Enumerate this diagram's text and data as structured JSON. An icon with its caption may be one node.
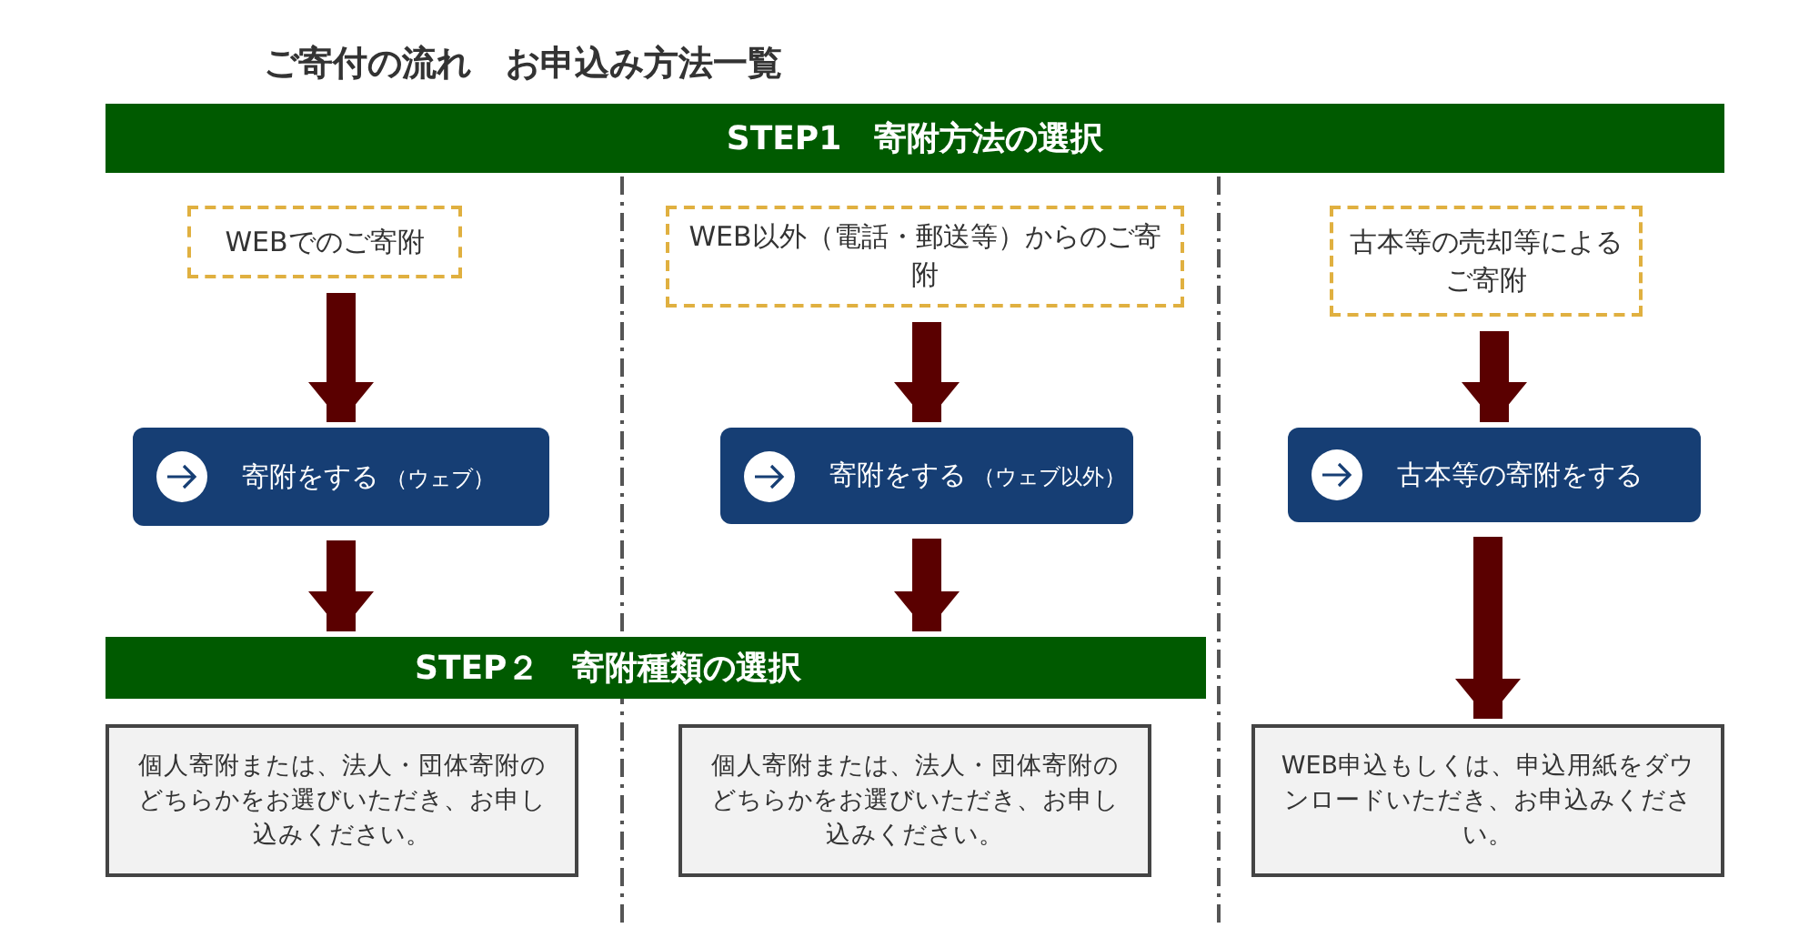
{
  "diagram": {
    "title": "ご寄付の流れ　お申込み方法一覧",
    "nodes": [
      {
        "text": [
          "STEP1　寄附方法の選択"
        ]
      },
      {
        "text": [
          "WEBでのご寄附"
        ]
      },
      {
        "text": [
          "WEB以外（電話・郵送等）からのご寄附"
        ]
      },
      {
        "text": [
          "古本等の売却等によるご寄附"
        ]
      },
      {
        "text": [
          "寄附をする",
          "（ウェブ）"
        ]
      },
      {
        "text": [
          "寄附をする",
          "（ウェブ以外）"
        ]
      },
      {
        "text": [
          "古本等の寄附をする"
        ]
      },
      {
        "text": [
          "STEP２　寄附種類の選択"
        ]
      },
      {
        "text": [
          "個人寄附または、法人・団体寄附のどちらかをお選びいただき、お申し込みください。"
        ]
      },
      {
        "text": [
          "個人寄附または、法人・団体寄附のどちらかをお選びいただき、お申し込みください。"
        ]
      },
      {
        "text": [
          "WEB申込もしくは、申込用紙をダウンロードいただき、お申込みください。"
        ]
      }
    ],
    "edges": [
      {
        "from": 1,
        "to": 4,
        "arrow": "to"
      },
      {
        "from": 2,
        "to": 5,
        "arrow": "to"
      },
      {
        "from": 3,
        "to": 6,
        "arrow": "to"
      },
      {
        "from": 4,
        "to": 7,
        "arrow": "to"
      },
      {
        "from": 5,
        "to": 7,
        "arrow": "to"
      },
      {
        "from": 6,
        "to": 10,
        "arrow": "to"
      }
    ]
  }
}
